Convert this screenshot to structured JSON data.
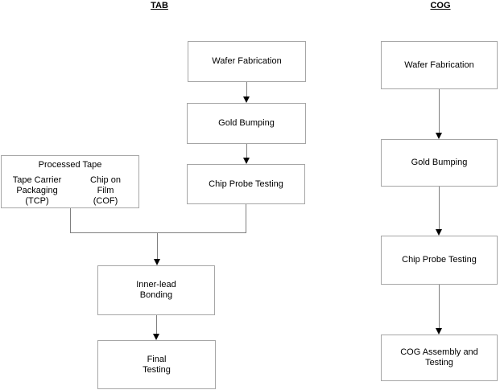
{
  "colors": {
    "box_border": "#a6a6a6",
    "line": "#7f7f7f",
    "arrowhead": "#000000",
    "background": "#ffffff",
    "text": "#000000"
  },
  "tab": {
    "title": "TAB",
    "wafer_fabrication": "Wafer Fabrication",
    "gold_bumping": "Gold Bumping",
    "chip_probe_testing": "Chip Probe Testing",
    "processed_tape": {
      "title": "Processed Tape",
      "tcp": "Tape Carrier\nPackaging\n(TCP)",
      "cof": "Chip on\nFilm\n(COF)"
    },
    "inner_lead_bonding": "Inner-lead\nBonding",
    "final_testing": "Final\nTesting"
  },
  "cog": {
    "title": "COG",
    "wafer_fabrication": "Wafer Fabrication",
    "gold_bumping": "Gold Bumping",
    "chip_probe_testing": "Chip Probe Testing",
    "cog_assembly_and_testing": "COG Assembly and\nTesting"
  }
}
